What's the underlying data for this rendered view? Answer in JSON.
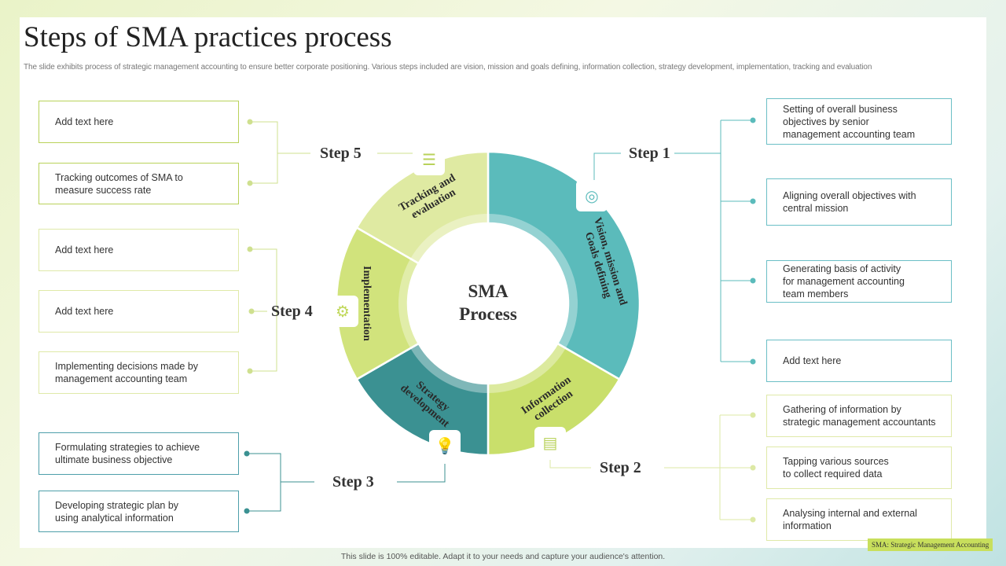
{
  "title": "Steps of SMA practices process",
  "subtitle": "The slide exhibits process of strategic management accounting to ensure better corporate positioning. Various steps included are vision, mission and goals defining, information collection, strategy development, implementation,  tracking and evaluation",
  "center": {
    "line1": "SMA",
    "line2": "Process"
  },
  "colors": {
    "step1": "#5bbbbb",
    "step2": "#c9df6b",
    "step3": "#3b9192",
    "step4": "#d1e37c",
    "step5": "#dfeaa2"
  },
  "steps": [
    {
      "label": "Step 1",
      "segment": "Vision, mission and Goals defining",
      "icon": "target-icon",
      "items": [
        "Setting of overall  business\nobjectives  by senior\nmanagement  accounting team",
        "Aligning overall  objectives with\ncentral mission",
        "Generating basis of activity\nfor management  accounting\nteam members",
        "Add text here"
      ]
    },
    {
      "label": "Step 2",
      "segment": "Information collection",
      "icon": "document-icon",
      "items": [
        "Gathering of information  by\nstrategic management  accountants",
        "Tapping various  sources\nto collect required  data",
        "Analysing internal  and external\ninformation"
      ]
    },
    {
      "label": "Step 3",
      "segment": "Strategy development",
      "icon": "idea-growth-icon",
      "items": [
        "Formulating strategies to achieve\nultimate business objective",
        "Developing  strategic plan by\nusing analytical information"
      ]
    },
    {
      "label": "Step 4",
      "segment": "Implementation",
      "icon": "gears-bulb-icon",
      "items": [
        "Add text here",
        "Add text here",
        "Implementing decisions made by\nmanagement  accounting team"
      ]
    },
    {
      "label": "Step 5",
      "segment": "Tracking and evaluation",
      "icon": "checklist-icon",
      "items": [
        "Add text here",
        "Tracking outcomes of SMA to\nmeasure success rate"
      ]
    }
  ],
  "note": "SMA: Strategic Management Accounting",
  "footer": "This slide is 100% editable. Adapt it to your needs and capture your audience's attention."
}
